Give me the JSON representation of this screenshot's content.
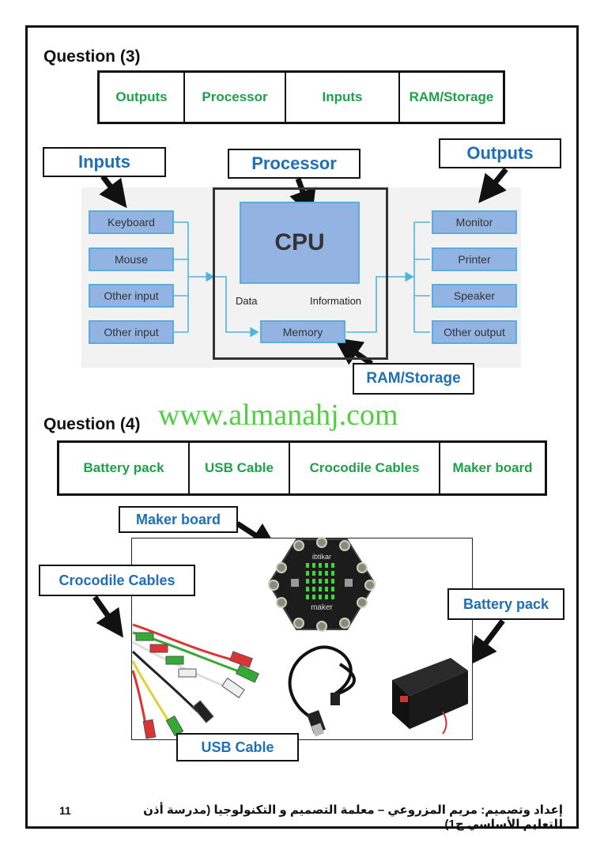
{
  "q3": {
    "title": "Question (3)",
    "word_bank": [
      "Outputs",
      "Processor",
      "Inputs",
      "RAM/Storage"
    ],
    "labels": {
      "inputs": "Inputs",
      "processor": "Processor",
      "outputs": "Outputs",
      "ram": "RAM/Storage"
    },
    "diagram": {
      "input_devices": [
        "Keyboard",
        "Mouse",
        "Other input",
        "Other input"
      ],
      "output_devices": [
        "Monitor",
        "Printer",
        "Speaker",
        "Other output"
      ],
      "cpu": "CPU",
      "memory": "Memory",
      "data": "Data",
      "information": "Information"
    }
  },
  "watermark": "www.almanahj.com",
  "q4": {
    "title": "Question (4)",
    "word_bank": [
      "Battery pack",
      "USB Cable",
      "Crocodile Cables",
      "Maker board"
    ],
    "labels": {
      "maker": "Maker board",
      "croc": "Crocodile Cables",
      "battery": "Battery pack",
      "usb": "USB Cable"
    },
    "board_text": [
      "ibtikar",
      "maker"
    ]
  },
  "footer": {
    "page_number": "11",
    "credit": "إعداد وتصميم: مريم المزروعي – معلمة التصميم و التكنولوجيا (مدرسة أذن للتعليم الأساسي ح1)"
  },
  "colors": {
    "label_blue": "#1f6fb8",
    "bank_green": "#1fa04a",
    "device_fill": "#93b3e3",
    "connector": "#4fb2e0"
  }
}
